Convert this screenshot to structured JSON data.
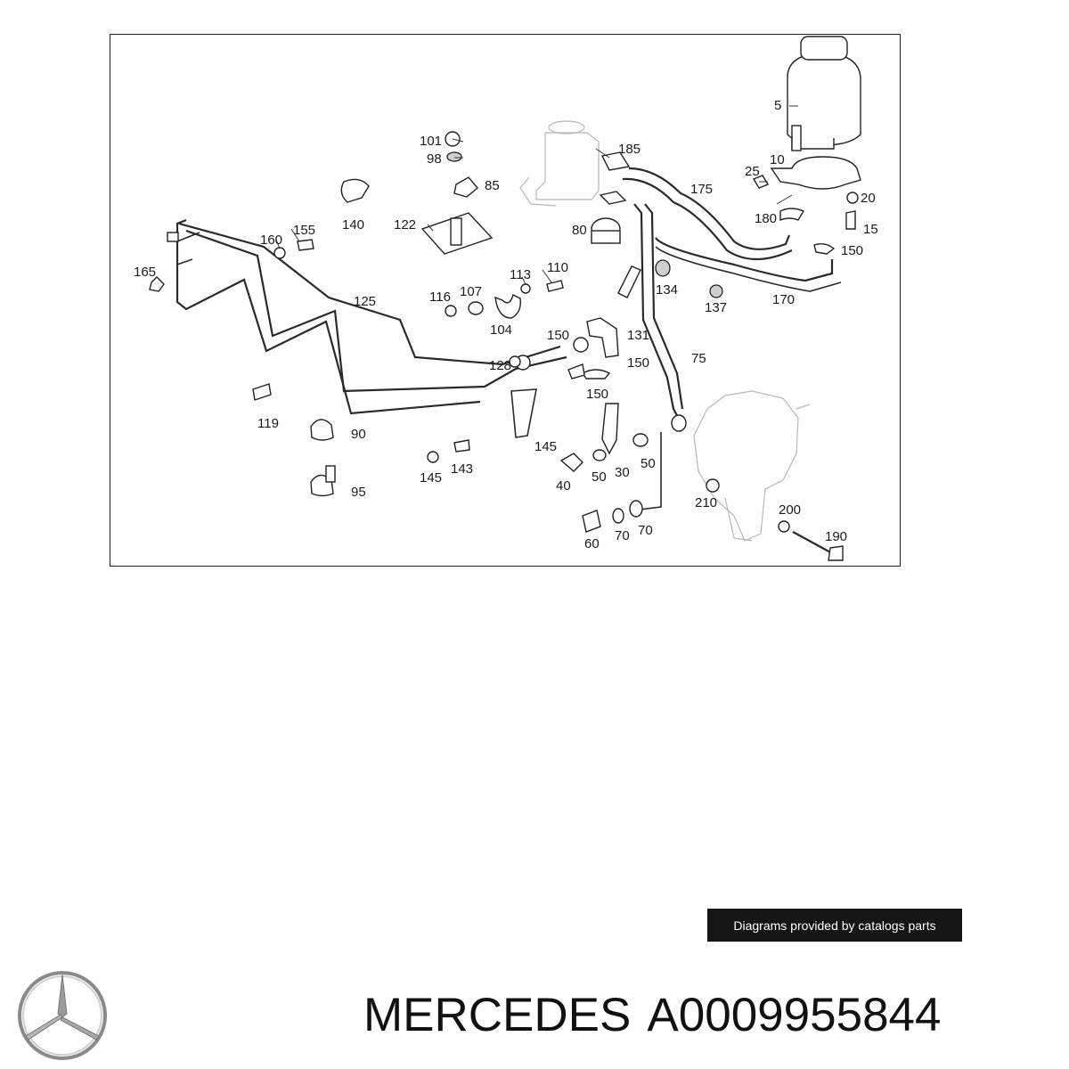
{
  "diagram": {
    "labels": [
      "5",
      "101",
      "98",
      "85",
      "140",
      "122",
      "185",
      "175",
      "10",
      "25",
      "20",
      "180",
      "15",
      "150",
      "80",
      "160",
      "155",
      "165",
      "113",
      "110",
      "116",
      "107",
      "104",
      "134",
      "137",
      "170",
      "125",
      "150",
      "131",
      "128",
      "150",
      "150",
      "75",
      "119",
      "90",
      "145",
      "143",
      "145",
      "40",
      "50",
      "30",
      "50",
      "95",
      "60",
      "70",
      "70",
      "210",
      "200",
      "190"
    ]
  },
  "credit": {
    "text": "Diagrams provided by catalogs parts"
  },
  "brand": {
    "name": "MERCEDES",
    "part_number": "A0009955844"
  }
}
